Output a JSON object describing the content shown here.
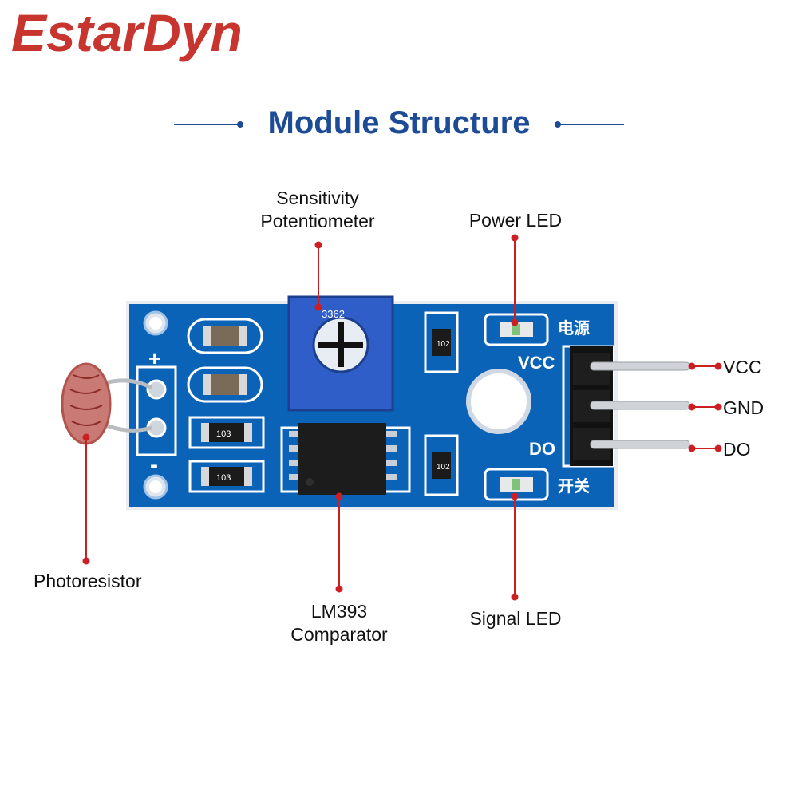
{
  "brand": {
    "logo_text": "EstarDyn",
    "color": "#c8342e",
    "accent": "#1d4b96",
    "pointer_color": "#cc1f24",
    "board_color": "#0b63b8"
  },
  "header": {
    "title": "Module Structure"
  },
  "labels": {
    "potentiometer_line1": "Sensitivity",
    "potentiometer_line2": "Potentiometer",
    "power_led": "Power LED",
    "vcc": "VCC",
    "gnd": "GND",
    "do": "DO",
    "photoresistor": "Photoresistor",
    "comparator_line1": "LM393",
    "comparator_line2": "Comparator",
    "signal_led": "Signal LED"
  },
  "board": {
    "pot_code": "3362",
    "resistor_code_left": "103",
    "resistor_code_right": "102",
    "silk_plus": "+",
    "silk_minus": "-",
    "silk_vcc": "VCC",
    "silk_do": "DO",
    "silk_power_cn": "电源",
    "silk_switch_cn": "开关"
  }
}
